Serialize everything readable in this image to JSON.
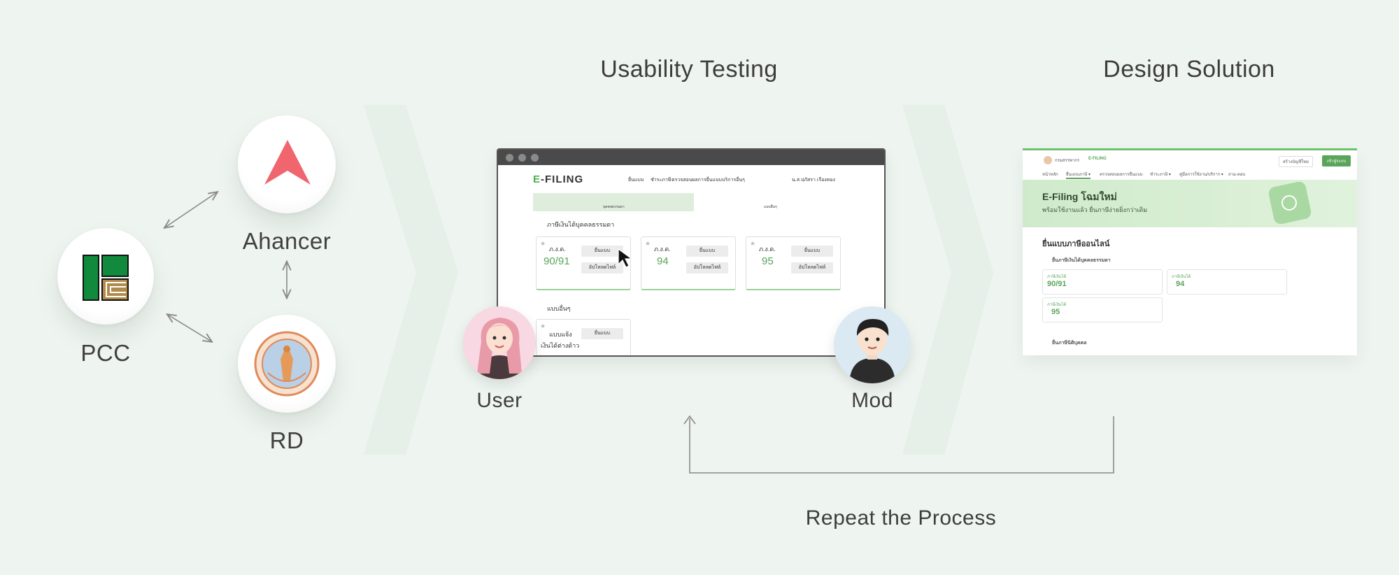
{
  "nodes": {
    "pcc": "PCC",
    "ahancer": "Ahancer",
    "rd": "RD"
  },
  "headings": {
    "usability": "Usability Testing",
    "design": "Design Solution",
    "repeat": "Repeat the Process"
  },
  "people": {
    "user": "User",
    "mod": "Mod"
  },
  "efiling_mock": {
    "logo_prefix": "E",
    "logo_suffix": "-FILING",
    "nav": [
      "ยื่นแบบ",
      "ชำระภาษี",
      "ตรวจสอบผลการยื่นแบบ",
      "บริการอื่นๆ"
    ],
    "user_name": "น.ส.ปภัสรา เรืองทอง",
    "tab_person": "บุคคลธรรมดา",
    "tab_other": "แบบอื่นๆ",
    "section_personal": "ภาษีเงินได้บุคคลธรรมดา",
    "section_other": "แบบอื่นๆ",
    "cards": [
      {
        "code": "ภ.ง.ด.",
        "number": "90/91",
        "file": "ยื่นแบบ",
        "upload": "อัปโหลดไฟล์"
      },
      {
        "code": "ภ.ง.ด.",
        "number": "94",
        "file": "ยื่นแบบ",
        "upload": "อัปโหลดไฟล์"
      },
      {
        "code": "ภ.ง.ด.",
        "number": "95",
        "file": "ยื่นแบบ",
        "upload": "อัปโหลดไฟล์"
      }
    ],
    "other_card": {
      "line1": "แบบแจ้ง",
      "line2": "เงินได้ต่างด้าว",
      "file": "ยื่นแบบ"
    }
  },
  "design_mock": {
    "dept": "กรมสรรพากร",
    "logo": "E-FILING",
    "register": "สร้างบัญชีใหม่",
    "login": "เข้าสู่ระบบ",
    "nav": [
      "หน้าหลัก",
      "ยื่นแบบภาษี ▾",
      "ตรวจสอบผลการยื่นแบบ",
      "ชำระภาษี ▾",
      "คู่มือการใช้งาน/บริการ ▾",
      "ถาม-ตอบ"
    ],
    "hero_title": "E-Filing โฉมใหม่",
    "hero_sub": "พร้อมใช้งานแล้ว ยื่นภาษีง่ายยิ่งกว่าเดิม",
    "online_title": "ยื่นแบบภาษีออนไลน์",
    "personal": "ยื่นภาษีเงินได้บุคคลธรรมดา",
    "corporate": "ยื่นภาษีนิติบุคคล",
    "tag": "ภาษีเงินได้",
    "forms": [
      "90/91",
      "94",
      "95"
    ]
  },
  "colors": {
    "background": "#eef4ef",
    "brand_green": "#5aa55a",
    "arrow": "#8a8a8a",
    "ahancer_red": "#f0656e",
    "pcc_green": "#118a3e",
    "pcc_gold": "#b08a4a"
  }
}
